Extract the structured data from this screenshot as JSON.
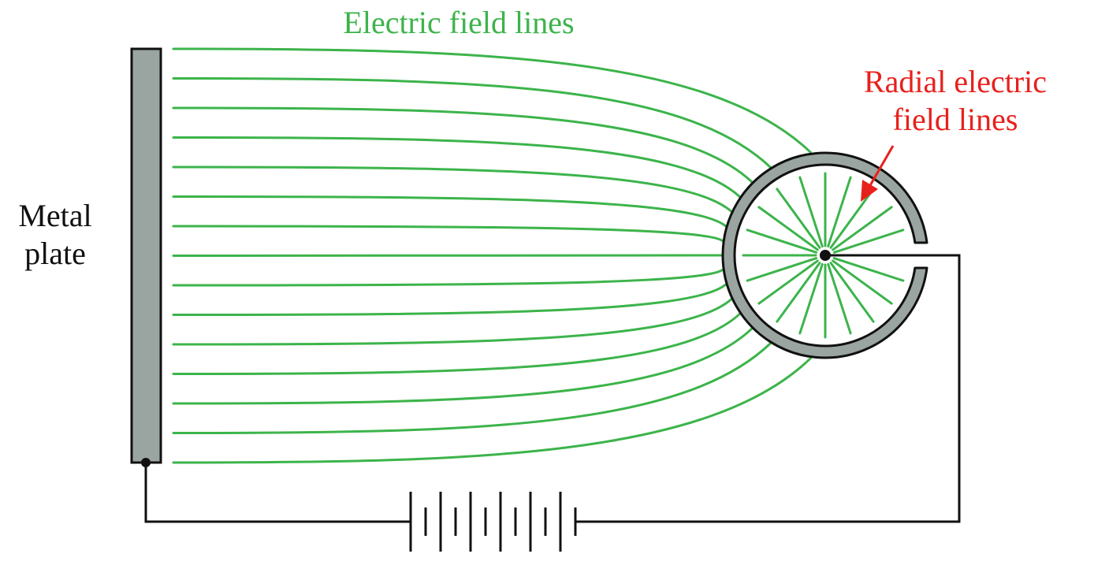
{
  "labels": {
    "field_lines": "Electric field lines",
    "radial_line1": "Radial electric",
    "radial_line2": "field lines",
    "plate_line1": "Metal",
    "plate_line2": "plate"
  },
  "colors": {
    "field_line": "#3cb44b",
    "radial_label": "#e8201c",
    "plate_fill": "#9aa4a0",
    "ring_fill": "#9aa4a0",
    "outline": "#111111",
    "text": "#111111"
  },
  "counts": {
    "parallel_field_lines": 15,
    "radial_field_lines": 20,
    "battery_cells": 6
  }
}
